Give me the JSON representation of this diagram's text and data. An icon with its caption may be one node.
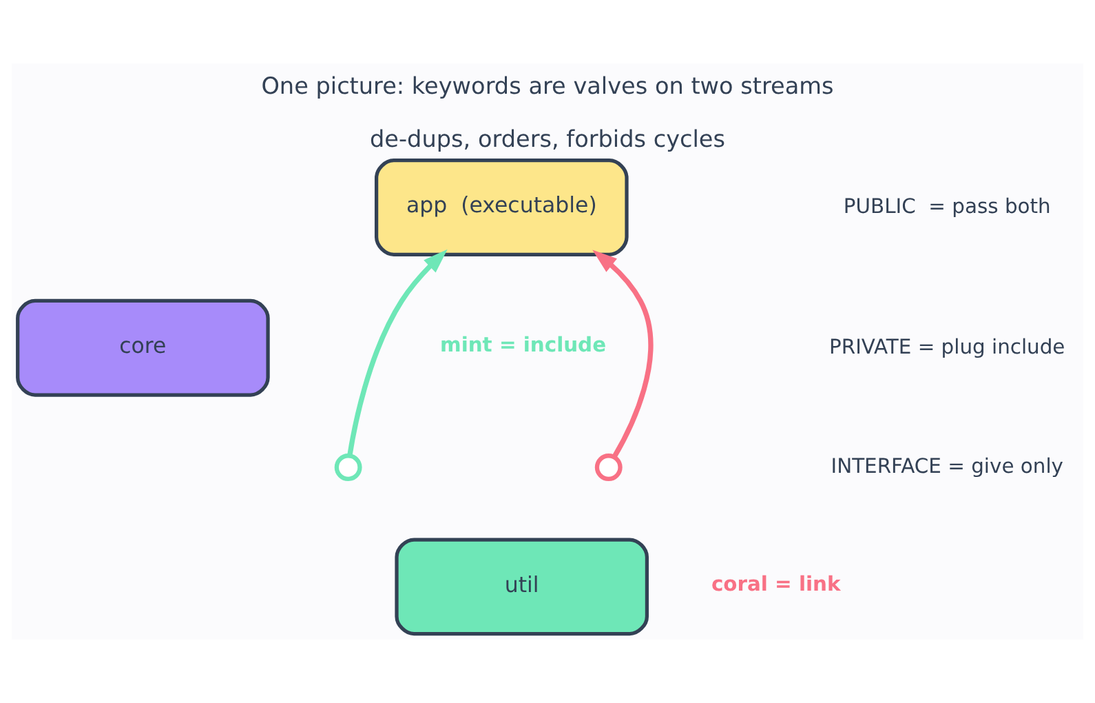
{
  "diagram": {
    "title": "One picture: keywords are valves on two streams",
    "caption": "de-dups, orders, forbids cycles",
    "nodes": [
      {
        "text": [
          "app  (executable)"
        ]
      },
      {
        "text": [
          "core"
        ]
      },
      {
        "text": [
          "util"
        ]
      },
      {
        "text": [],
        "shape": "circle"
      },
      {
        "text": [],
        "shape": "circle"
      }
    ],
    "edges": [
      {
        "from": 3,
        "to": 0,
        "arrow": "to",
        "color": "#6ee7b7"
      },
      {
        "from": 4,
        "to": 0,
        "arrow": "to",
        "color": "#f87185"
      }
    ],
    "labels": [
      "mint = include",
      "PUBLIC  = pass both",
      "PRIVATE = plug include",
      "INTERFACE = give only",
      "coral = link"
    ]
  }
}
